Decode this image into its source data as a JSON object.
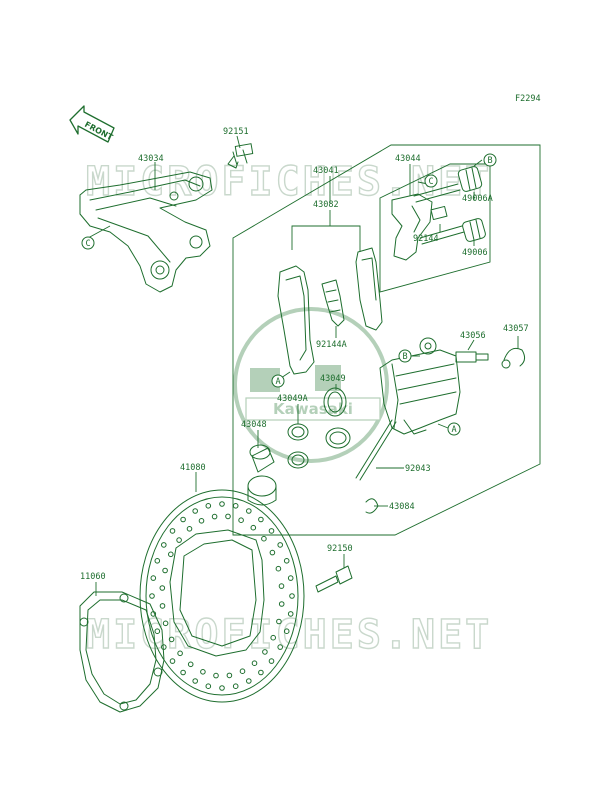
{
  "figure_code": "F2294",
  "front_label": "FRONT",
  "watermark_text": "MICROFICHES.NET",
  "logo_brand": "Kawasaki",
  "colors": {
    "line": "#1e6e2e",
    "watermark": "#c9d8cc",
    "background": "#ffffff"
  },
  "parts": {
    "p92151": "92151",
    "p43034": "43034",
    "p43041": "43041",
    "p43044": "43044",
    "p43082": "43082",
    "p49006A": "49006A",
    "p92144": "92144",
    "p49006": "49006",
    "p92144A": "92144A",
    "p43056": "43056",
    "p43057": "43057",
    "p43049": "43049",
    "p43049A": "43049A",
    "p43048": "43048",
    "p92043": "92043",
    "p43084": "43084",
    "p41080": "41080",
    "p92150": "92150",
    "p11060": "11060"
  },
  "callouts": {
    "a": "A",
    "b": "B",
    "c": "C"
  }
}
